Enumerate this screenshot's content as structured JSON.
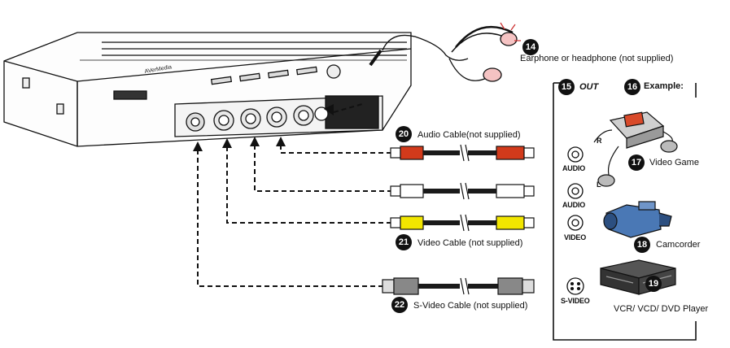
{
  "badges": {
    "b14": "14",
    "b15": "15",
    "b16": "16",
    "b17": "17",
    "b18": "18",
    "b19": "19",
    "b20": "20",
    "b21": "21",
    "b22": "22"
  },
  "labels": {
    "earphone": "Earphone or headphone (not supplied)",
    "out": "OUT",
    "example": "Example:",
    "audio_cable": "Audio Cable(not supplied)",
    "video_cable": "Video Cable (not supplied)",
    "svideo_cable": "S-Video Cable (not supplied)",
    "video_game": "Video Game",
    "camcorder": "Camcorder",
    "vcr": "VCR/ VCD/ DVD Player"
  },
  "jacks": {
    "audio_1": "AUDIO",
    "audio_2": "AUDIO",
    "video": "VIDEO",
    "svideo": "S-VIDEO",
    "r": "R",
    "l": "L"
  },
  "colors": {
    "red_plug": "#d23a1b",
    "white_plug": "#ffffff",
    "yellow_plug": "#f2e600",
    "cable": "#1a1a1a"
  }
}
